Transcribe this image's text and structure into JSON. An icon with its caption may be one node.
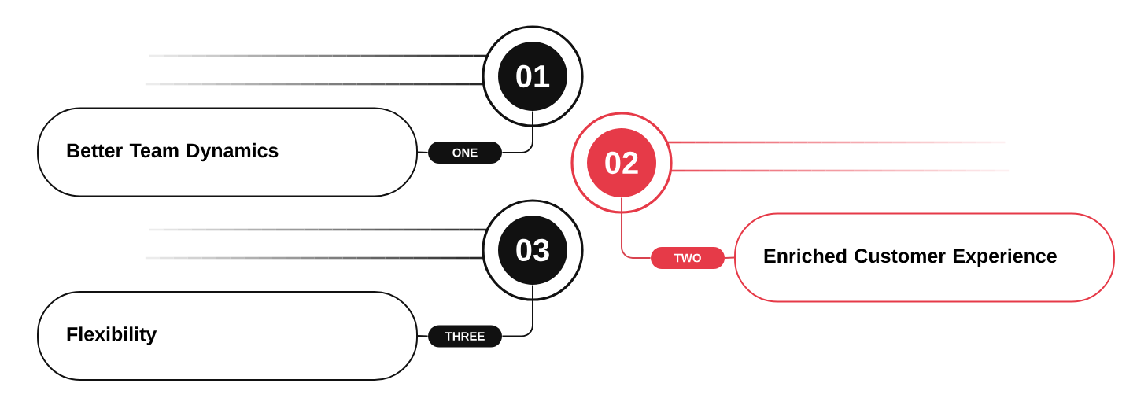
{
  "diagram": {
    "nodes": [
      {
        "text": [
          "01"
        ]
      },
      {
        "text": [
          "ONE"
        ]
      },
      {
        "text": [
          "Better Team Dynamics"
        ]
      },
      {
        "text": [
          "02"
        ]
      },
      {
        "text": [
          "TWO"
        ]
      },
      {
        "text": [
          "Enriched Customer Experience"
        ]
      },
      {
        "text": [
          "03"
        ]
      },
      {
        "text": [
          "THREE"
        ]
      },
      {
        "text": [
          "Flexibility"
        ]
      }
    ],
    "edges": [
      {
        "from": 0,
        "to": 1,
        "arrow": "none",
        "color": "#111111"
      },
      {
        "from": 1,
        "to": 2,
        "arrow": "none",
        "color": "#111111"
      },
      {
        "from": 3,
        "to": 4,
        "arrow": "none",
        "color": "#d9434f"
      },
      {
        "from": 4,
        "to": 5,
        "arrow": "none",
        "color": "#d9434f"
      },
      {
        "from": 6,
        "to": 7,
        "arrow": "none",
        "color": "#111111"
      },
      {
        "from": 7,
        "to": 8,
        "arrow": "none",
        "color": "#111111"
      }
    ]
  }
}
